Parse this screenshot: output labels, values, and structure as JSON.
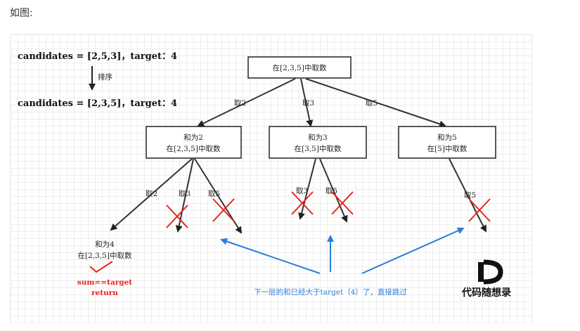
{
  "intro": "如图:",
  "candidates_original": "candidates = [2,5,3]，target：4",
  "sort_label": "排序",
  "candidates_sorted": "candidates = [2,3,5]，target：4",
  "root": "在[2,3,5]中取数",
  "edges_level1": [
    "取2",
    "取3",
    "取5"
  ],
  "level1_nodes": [
    {
      "line1": "和为2",
      "line2": "在[2,3,5]中取数"
    },
    {
      "line1": "和为3",
      "line2": "在[3,5]中取数"
    },
    {
      "line1": "和为5",
      "line2": "在[5]中取数"
    }
  ],
  "edges_from_2": [
    "取2",
    "取3",
    "取5"
  ],
  "edges_from_3": [
    "取3",
    "取5"
  ],
  "edges_from_5": [
    "取5"
  ],
  "leaf": {
    "line1": "和为4",
    "line2": "在[2,3,5]中取数"
  },
  "result": {
    "line1": "sum==target",
    "line2": "return"
  },
  "skip_note": "下一层的和已经大于target（4）了，直接跳过",
  "logo": {
    "text": "代码随想录",
    "letter": "D"
  },
  "colors": {
    "red": "#e8231c",
    "blue": "#2b7fd6",
    "check": "#e8231c"
  }
}
